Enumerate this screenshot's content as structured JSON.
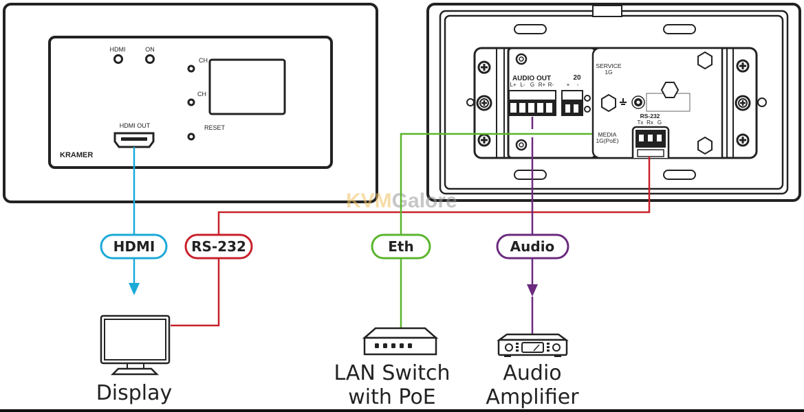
{
  "front_panel": {
    "brand": "KRAMER",
    "led_hdmi_label": "HDMI",
    "led_on_label": "ON",
    "ch_up_label": "CH",
    "ch_down_label": "CH",
    "reset_label": "RESET",
    "hdmi_out_label": "HDMI OUT"
  },
  "rear_panel": {
    "audio_out_label": "AUDIO OUT",
    "audio_pins": [
      "L+",
      "L-",
      "G",
      "R+",
      "R-"
    ],
    "power_label": "20",
    "power_pins": [
      "+",
      "-"
    ],
    "service_label_line1": "SERVICE",
    "service_label_line2": "1G",
    "media_label_line1": "MEDIA",
    "media_label_line2": "1G(PoE)",
    "rs232_label": "RS-232",
    "rs232_pins": [
      "Tx",
      "Rx",
      "G"
    ]
  },
  "connections": [
    {
      "label": "HDMI",
      "color": "#1ba9d8"
    },
    {
      "label": "RS-232",
      "color": "#c8202a"
    },
    {
      "label": "Eth",
      "color": "#5ab52e"
    },
    {
      "label": "Audio",
      "color": "#6b2a7e"
    }
  ],
  "devices": {
    "display": "Display",
    "lan_line1": "LAN Switch",
    "lan_line2": "with PoE",
    "amp_line1": "Audio",
    "amp_line2": "Amplifier"
  },
  "watermark": {
    "part1": "KVM",
    "part2": "Galore",
    "color1": "#f0c060",
    "color2": "#999999"
  }
}
